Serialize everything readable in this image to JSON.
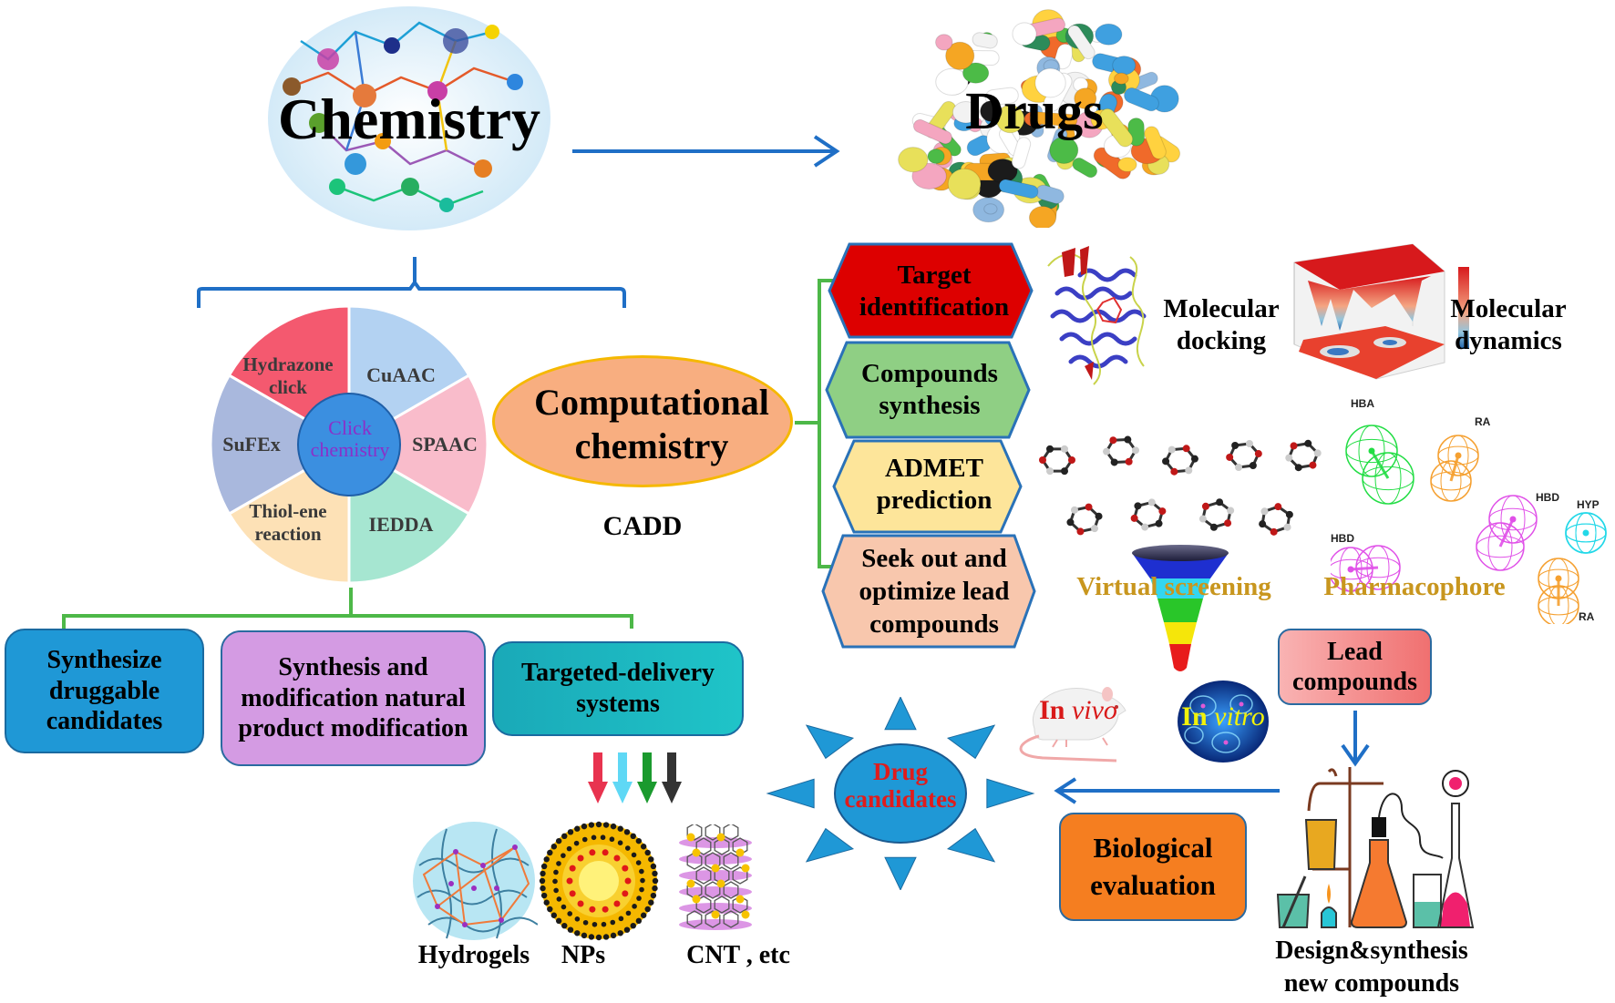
{
  "top": {
    "chemistry_label": "Chemistry",
    "drugs_label": "Drugs"
  },
  "click_wheel": {
    "center_label": "Click chemistry",
    "segments": [
      {
        "label": "Hydrazone click",
        "color": "#f4596f"
      },
      {
        "label": "CuAAC",
        "color": "#b3d2f2"
      },
      {
        "label": "SPAAC",
        "color": "#f9bccb"
      },
      {
        "label": "IEDDA",
        "color": "#a6e6d1"
      },
      {
        "label": "Thiol-ene reaction",
        "color": "#fde1b6"
      },
      {
        "label": "SuFEx",
        "color": "#a9b8dd"
      }
    ],
    "center_color": "#3b8fe0",
    "center_text_color": "#8b2fc9"
  },
  "computational": {
    "ellipse_label": "Computational chemistry",
    "cadd_label": "CADD",
    "steps": [
      {
        "label": "Target identification",
        "color": "#dd0000"
      },
      {
        "label": "Compounds synthesis",
        "color": "#8fcf84"
      },
      {
        "label": "ADMET prediction",
        "color": "#fde59a"
      },
      {
        "label": "Seek out and optimize lead compounds",
        "color": "#f8c7ad"
      }
    ]
  },
  "methods": {
    "docking_label": "Molecular docking",
    "dynamics_label": "Molecular dynamics",
    "screening_label": "Virtual screening",
    "pharmacophore_label": "Pharmacophore",
    "pharmacophore_features": [
      "HBA",
      "RA",
      "HBD",
      "HBD",
      "HYP",
      "RA"
    ]
  },
  "applications": {
    "boxes": [
      {
        "label": "Synthesize druggable candidates",
        "color": "#1f98d6"
      },
      {
        "label": "Synthesis and modification natural product modification",
        "color": "#d49be3"
      },
      {
        "label": "Targeted-delivery systems",
        "color": "#1bb8be"
      }
    ],
    "carriers": [
      "Hydrogels",
      "NPs",
      "CNT , etc"
    ],
    "arrow_colors": [
      "#e8334f",
      "#5fd8f5",
      "#1b9a2e",
      "#333333"
    ]
  },
  "pipeline": {
    "drug_candidates_label": "Drug candidates",
    "lead_compounds_label": "Lead compounds",
    "in_vivo_label": {
      "prefix": "In ",
      "italic": "vivo"
    },
    "in_vitro_label": {
      "prefix": "In ",
      "italic": "vitro"
    },
    "biological_eval_label": "Biological evaluation",
    "design_synthesis_label": "Design&synthesis new compounds"
  },
  "colors": {
    "blue_connector": "#1f6fc6",
    "green_connector": "#4db848",
    "screening_text": "#c8961e"
  }
}
